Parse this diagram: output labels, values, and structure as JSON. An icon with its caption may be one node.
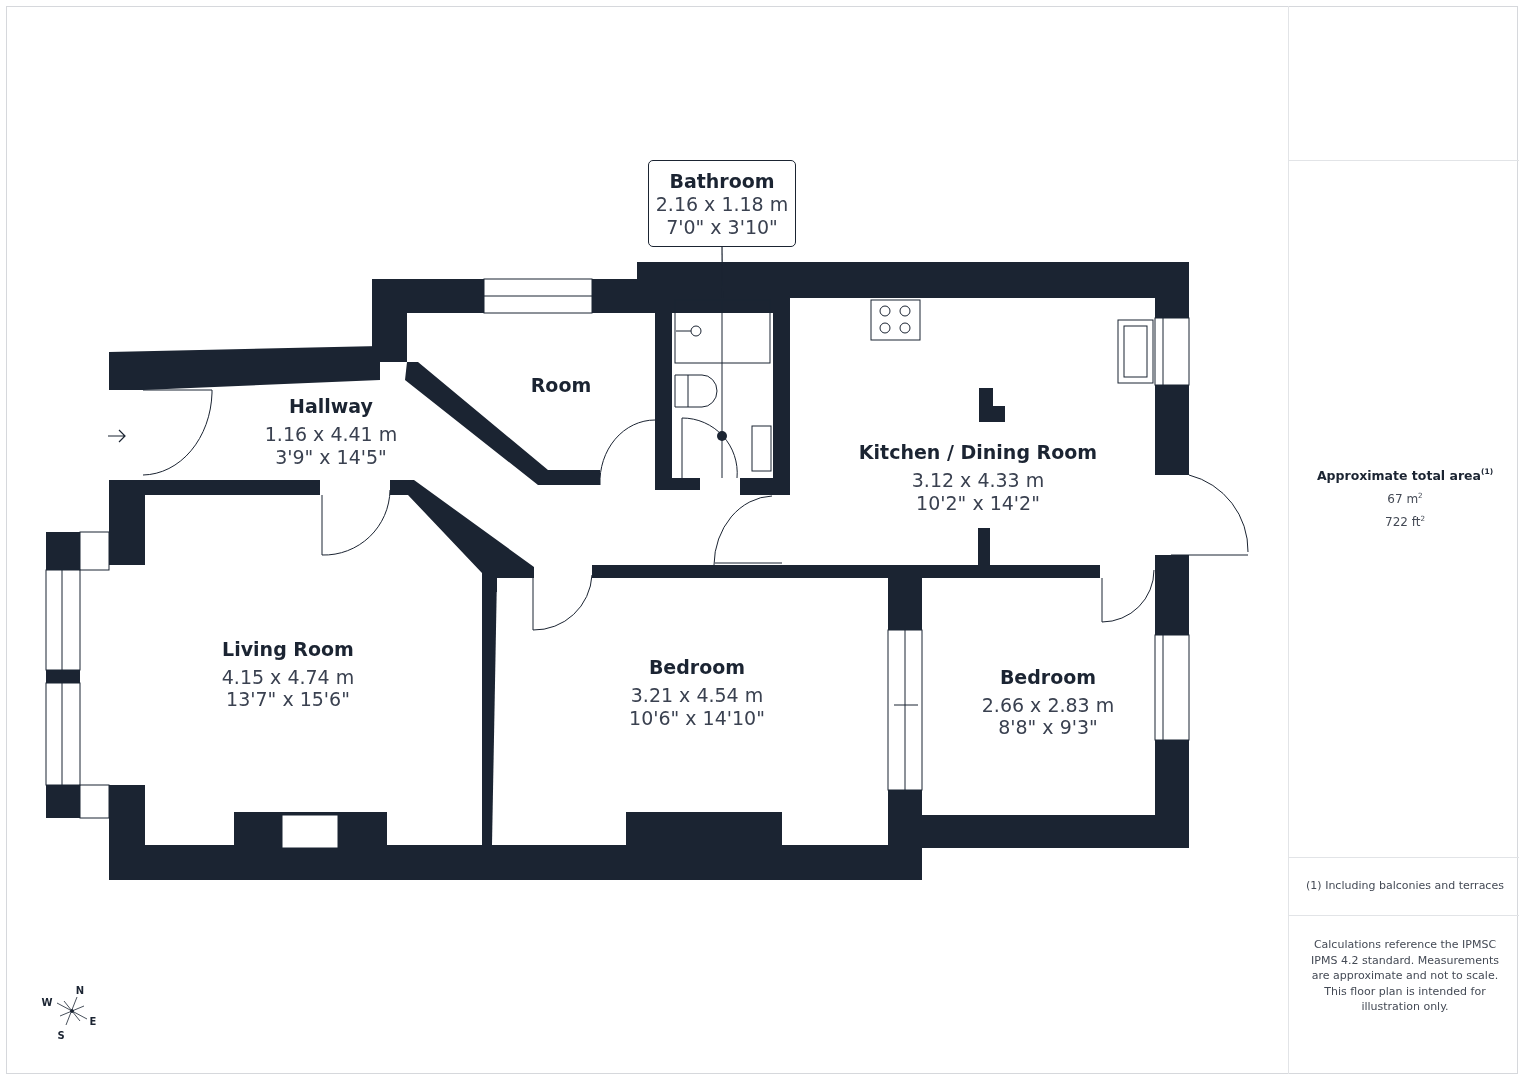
{
  "diagram": {
    "nodes": [
      {
        "text": [
          "Bathroom",
          "2.16 x 1.18 m",
          "7'0\" x 3'10\""
        ]
      },
      {
        "text": [],
        "shape": "box"
      }
    ],
    "edges": [
      {
        "from": 0,
        "to": 1,
        "arrow": "none"
      }
    ],
    "labels": [
      "Room",
      "Hallway",
      "1.16 x 4.41 m",
      "3'9\" x 14'5\"",
      "Kitchen / Dining Room",
      "3.12 x 4.33 m",
      "10'2\" x 14'2\"",
      "Approximate total area$^{(1)}$",
      "67 m$^{2}$",
      "722 ft$^{2}$",
      "Living Room",
      "4.15 x 4.74 m",
      "13'7\" x 15'6\"",
      "Bedroom",
      "3.21 x 4.54 m",
      "10'6\" x 14'10\"",
      "Bedroom",
      "2.66 x 2.83 m",
      "8'8\" x 9'3\"",
      "(1) Including balconies and terraces",
      "Calculations reference the IPMSC IPMS 4.2 standard. Measurements are approximate and not to scale. This floor plan is intended for illustration only.",
      "N",
      "W",
      "E",
      "S"
    ]
  }
}
